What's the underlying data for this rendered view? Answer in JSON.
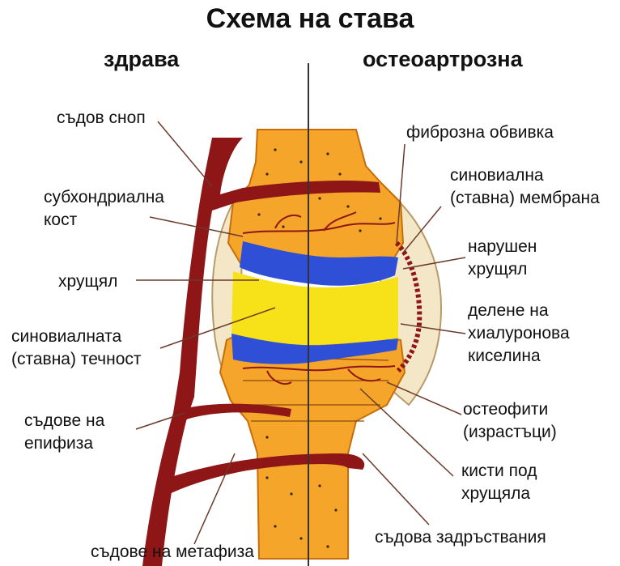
{
  "title": "Схема на става",
  "side_labels": {
    "left": "здрава",
    "right": "остеоартрозна"
  },
  "labels": {
    "vessel_bundle": "съдов сноп",
    "subchondral_bone": "субхондриална кост",
    "cartilage": "хрущял",
    "synovial_fluid": "синовиалната (ставна) течност",
    "epiphysis_vessels": "съдове на епифиза",
    "metaphysis_vessels": "съдове на метафиза",
    "fibrous_capsule": "фиброзна обвивка",
    "synovial_membrane": "синовиална (ставна) мембрана",
    "damaged_cartilage": "нарушен хрущял",
    "hyaluronic_split": "делене на хиалуронова киселина",
    "osteophytes": "остеофити (израстъци)",
    "subchondral_cysts": "кисти под хрущяла",
    "vascular_thickening": "съдова задръствания"
  },
  "colors": {
    "bone": "#f5a52a",
    "bone_edge": "#c76d0a",
    "bone_dots": "#3a2a14",
    "cartilage": "#2f4fd6",
    "synovial_fluid": "#f7e21a",
    "vessel": "#8e1616",
    "capsule": "#f3e7c8",
    "leader_line": "#6b3a2a"
  }
}
